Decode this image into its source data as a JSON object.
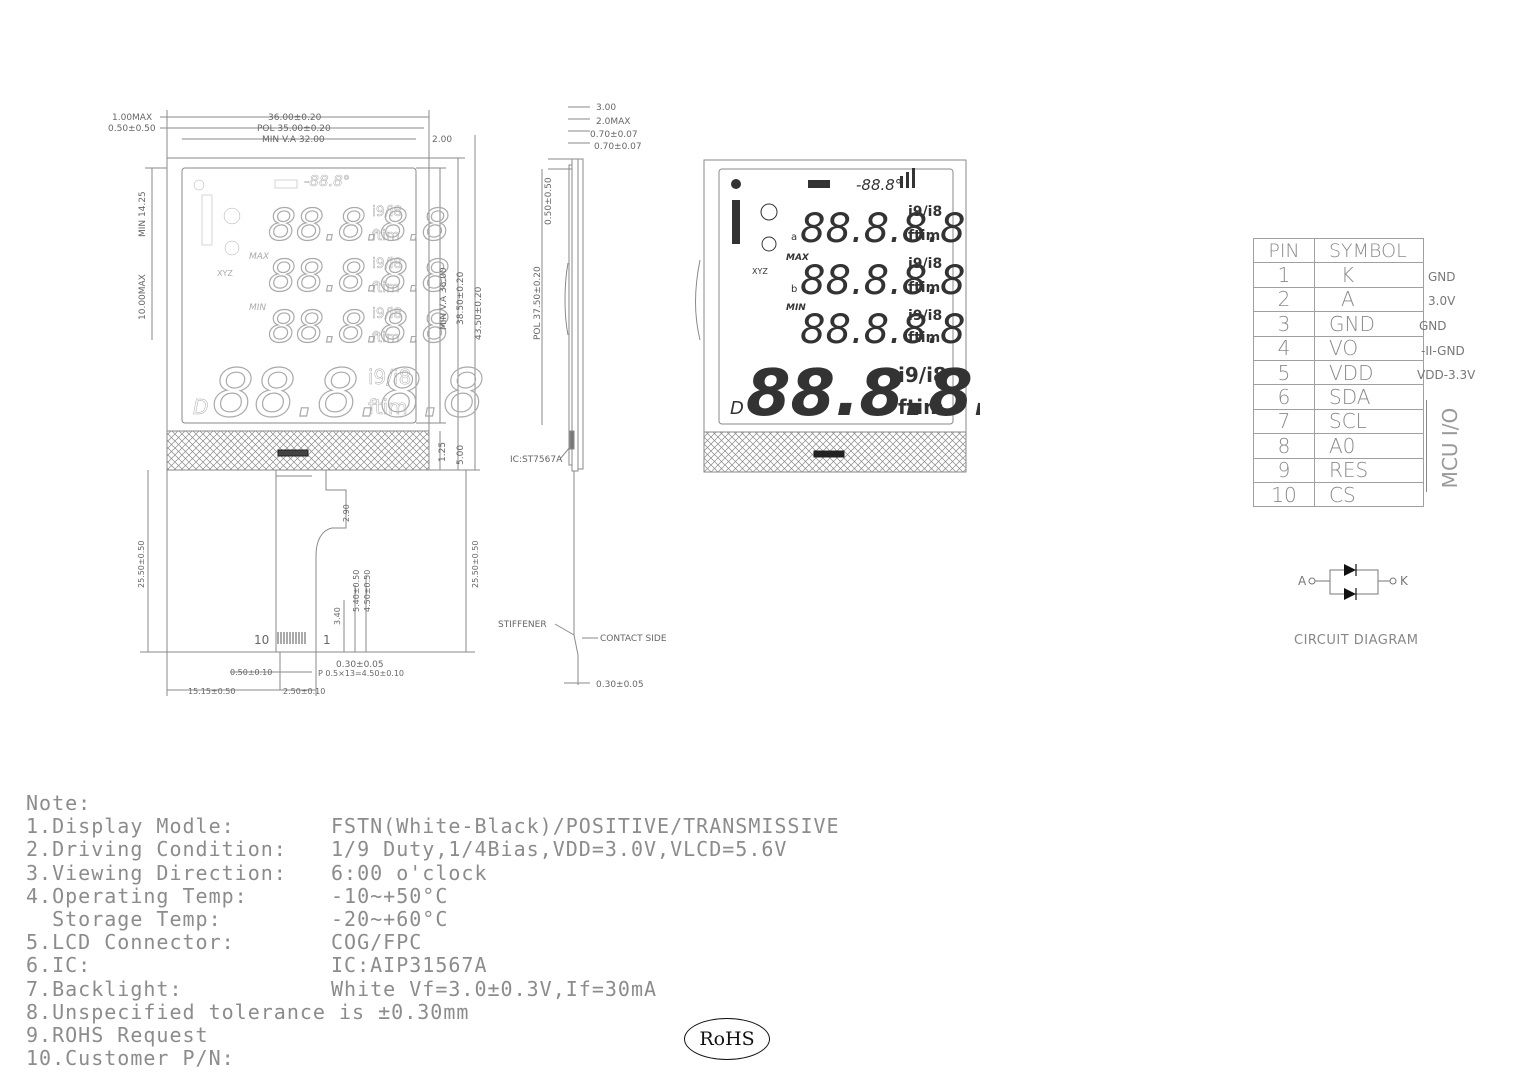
{
  "front_view": {
    "dims": {
      "bezel_max": "1.00MAX",
      "offset": "0.50±0.50",
      "width_total": "36.00±0.20",
      "pol_width": "POL 35.00±0.20",
      "va_width": "MIN V.A 32.00",
      "right_gap": "2.00",
      "va_height": "MIN V.A 36.00",
      "outline_height": "38.50±0.20",
      "total_height": "43.50±0.20",
      "left_top": "MIN 14.25",
      "left_mid": "10.00MAX",
      "ledge_small": "1.25",
      "ledge": "5.00",
      "fpc_length_left": "25.50±0.50",
      "fpc_length_right": "25.50±0.50",
      "fpc_w1": "2.90",
      "fpc_w2": "3.40",
      "fpc_w3": "5.40±0.50",
      "fpc_w4": "4.50±0.50",
      "pin_w": "0.30±0.05",
      "pitch": "P 0.5×13=4.50±0.10",
      "pin_gap": "0.50±0.10",
      "bottom_offset": "15.15±0.50",
      "bottom_w": "2.50±0.10",
      "pin_10": "10",
      "pin_1": "1"
    },
    "digits": [
      "88.8.8.8",
      "88.8.8.8",
      "88.8.8.8",
      "88.8.8.8"
    ],
    "row_labels": {
      "max": "MAX",
      "min": "MIN",
      "a": "a",
      "b": "b",
      "d": "D",
      "xyz": "XYZ"
    },
    "units": {
      "u1": "i9/i8",
      "u2": "ftim"
    },
    "temp": "-88.8°"
  },
  "side_view": {
    "dims": {
      "t1": "3.00",
      "t2": "2.0MAX",
      "t3": "0.70±0.07",
      "t4": "0.70±0.07",
      "top": "0.50±0.50",
      "pol": "POL 37.50±0.20",
      "ic": "IC:ST7567A",
      "stiffener": "STIFFENER",
      "contact": "CONTACT SIDE",
      "fpc_t": "0.30±0.05"
    }
  },
  "pin_table": {
    "headers": [
      "PIN",
      "SYMBOL"
    ],
    "rows": [
      {
        "pin": "1",
        "symbol": "K"
      },
      {
        "pin": "2",
        "symbol": "A"
      },
      {
        "pin": "3",
        "symbol": "GND"
      },
      {
        "pin": "4",
        "symbol": "VO"
      },
      {
        "pin": "5",
        "symbol": "VDD"
      },
      {
        "pin": "6",
        "symbol": "SDA"
      },
      {
        "pin": "7",
        "symbol": "SCL"
      },
      {
        "pin": "8",
        "symbol": "A0"
      },
      {
        "pin": "9",
        "symbol": "RES"
      },
      {
        "pin": "10",
        "symbol": "CS"
      }
    ],
    "side_notes": [
      "GND",
      "3.0V",
      "GND",
      "-II-GND",
      "VDD-3.3V"
    ],
    "mcu_label": "MCU I/O"
  },
  "circuit": {
    "anode": "A",
    "cathode": "K",
    "caption": "CIRCUIT DIAGRAM"
  },
  "notes": {
    "title": "Note:",
    "items": [
      {
        "key": "1.Display Modle:",
        "value": "FSTN(White-Black)/POSITIVE/TRANSMISSIVE"
      },
      {
        "key": "2.Driving Condition:",
        "value": "1/9 Duty,1/4Bias,VDD=3.0V,VLCD=5.6V"
      },
      {
        "key": "3.Viewing Direction:",
        "value": "6:00 o'clock"
      },
      {
        "key": "4.Operating Temp:",
        "value": "-10~+50°C"
      },
      {
        "key": "  Storage Temp:",
        "value": "-20~+60°C"
      },
      {
        "key": "5.LCD Connector:",
        "value": "COG/FPC"
      },
      {
        "key": "6.IC:",
        "value": "IC:AIP31567A"
      },
      {
        "key": "7.Backlight:",
        "value": "White Vf=3.0±0.3V,If=30mA"
      },
      {
        "key": "8.Unspecified tolerance is ±0.30mm",
        "value": ""
      },
      {
        "key": "9.ROHS Request",
        "value": ""
      },
      {
        "key": "10.Customer P/N:",
        "value": ""
      }
    ]
  },
  "rohs_logo": "RoHS"
}
